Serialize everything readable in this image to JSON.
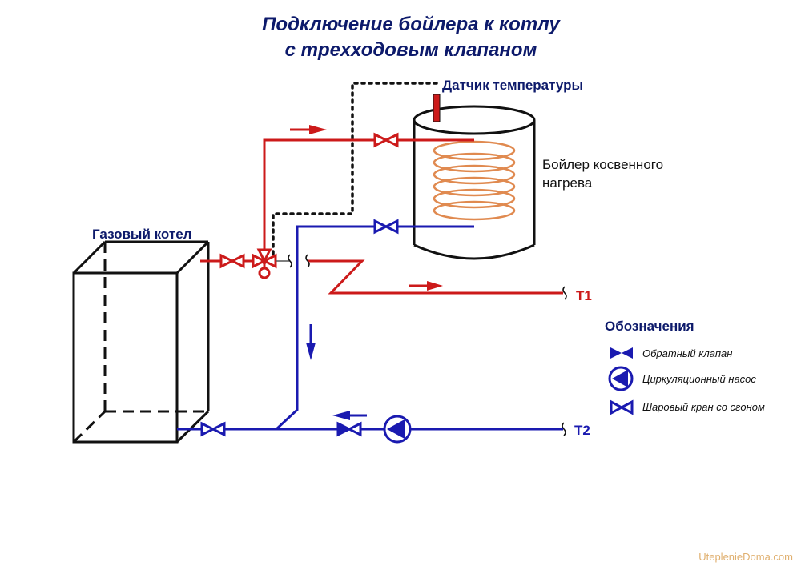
{
  "title": {
    "line1": "Подключение бойлера к котлу",
    "line2": "с трехходовым клапаном"
  },
  "labels": {
    "sensor": "Датчик температуры",
    "boiler_line1": "Бойлер косвенного",
    "boiler_line2": "нагрева",
    "gas_boiler": "Газовый котел",
    "t1": "Т1",
    "t2": "Т2"
  },
  "legend": {
    "title": "Обозначения",
    "items": [
      {
        "icon": "check-valve-icon",
        "label": "Обратный клапан"
      },
      {
        "icon": "circulation-pump-icon",
        "label": "Циркуляционный насос"
      },
      {
        "icon": "ball-valve-icon",
        "label": "Шаровый кран со сгоном"
      }
    ]
  },
  "colors": {
    "hot": "#cc1a1a",
    "cold": "#1a1ab0",
    "coil": "#e08a50",
    "outline": "#111111",
    "title": "#0d1a6b"
  },
  "watermark": "UteplenieDoma.com"
}
